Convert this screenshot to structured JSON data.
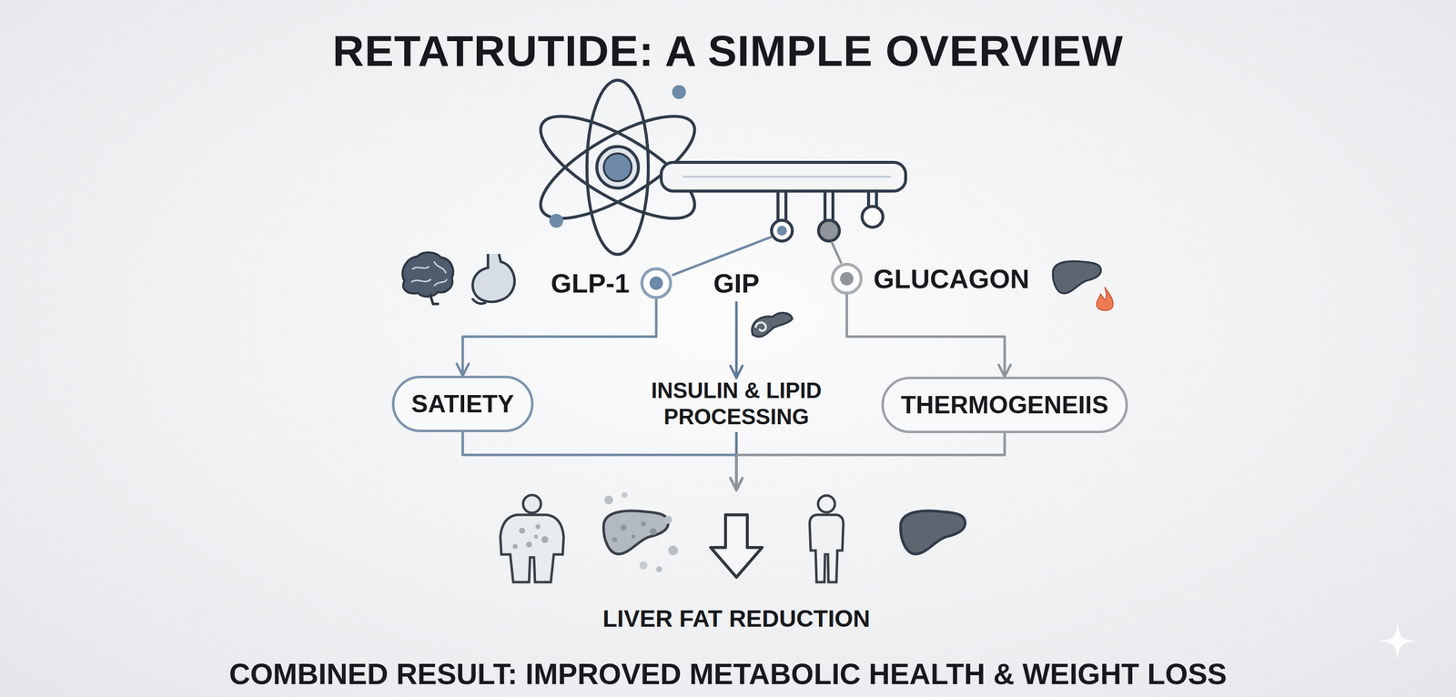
{
  "diagram": {
    "title": "RETATRUTIDE: A SIMPLE OVERVIEW",
    "caption": "COMBINED RESULT: IMPROVED METABOLIC HEALTH & WEIGHT LOSS",
    "nodes": [
      {
        "text": [
          "GLP-1"
        ]
      },
      {
        "text": [
          "GIP"
        ]
      },
      {
        "text": [
          "GLUCAGON"
        ]
      },
      {
        "text": [
          "SATIETY"
        ]
      },
      {
        "text": [
          "INSULIN & LIPID PROCESSING"
        ]
      },
      {
        "text": [
          "THERMOGENEIIS"
        ]
      },
      {
        "text": [
          "LIVER FAT REDUCTION"
        ]
      }
    ],
    "edges": [
      {
        "from": 0,
        "to": 3,
        "arrow": "to"
      },
      {
        "from": 1,
        "to": 4,
        "arrow": "to"
      },
      {
        "from": 2,
        "to": 5,
        "arrow": "to"
      },
      {
        "from": 3,
        "to": 6,
        "arrow": "to"
      },
      {
        "from": 4,
        "to": 6,
        "arrow": "to"
      },
      {
        "from": 5,
        "to": 6,
        "arrow": "to"
      }
    ]
  }
}
